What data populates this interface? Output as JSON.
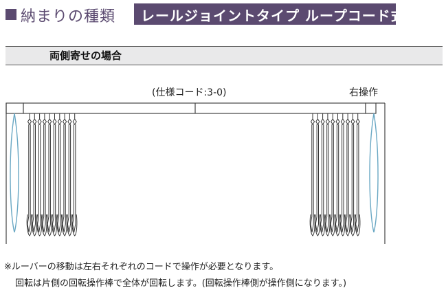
{
  "header": {
    "title": "納まりの種類",
    "band_text": "レールジョイントタイプ ループコード式"
  },
  "subheader": {
    "title": "両側寄せの場合"
  },
  "diagram": {
    "spec_label": "(仕様コード:3-0)",
    "side_label": "右操作",
    "colors": {
      "rail": "#444444",
      "louver": "#333333",
      "loop_cord": "#6aa8c4"
    },
    "left_louver_count": 10,
    "right_louver_count": 10
  },
  "notes": {
    "line1": "※ルーバーの移動は左右それぞれのコードで操作が必要となります。",
    "line2": "回転は片側の回転操作棒で全体が回転します。(回転操作棒側が操作側になります。)"
  }
}
